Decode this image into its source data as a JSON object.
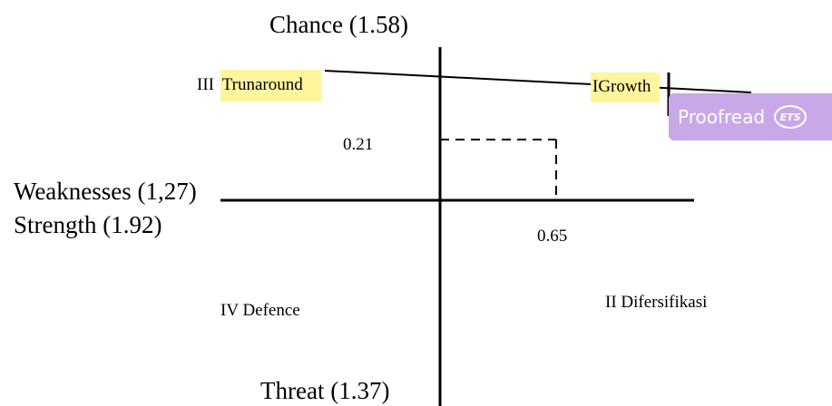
{
  "axes": {
    "top": "Chance (1.58)",
    "bottom": "Threat (1.37)",
    "left_upper": "Weaknesses (1,27)",
    "left_lower": "Strength (1.92)"
  },
  "quadrants": {
    "q1": "Growth",
    "q1_prefix": "I",
    "q2": "II Difersifikasi",
    "q3": "III",
    "q3_highlight": "Trunaround",
    "q4": "IV Defence"
  },
  "point": {
    "x_label": "0.65",
    "y_label": "0.21"
  },
  "overlay": {
    "proofread_label": "Proofread",
    "ets_icon_text": "ETS"
  },
  "colors": {
    "highlight": "#fff59d",
    "proofread_bg": "#c9a8e8"
  }
}
